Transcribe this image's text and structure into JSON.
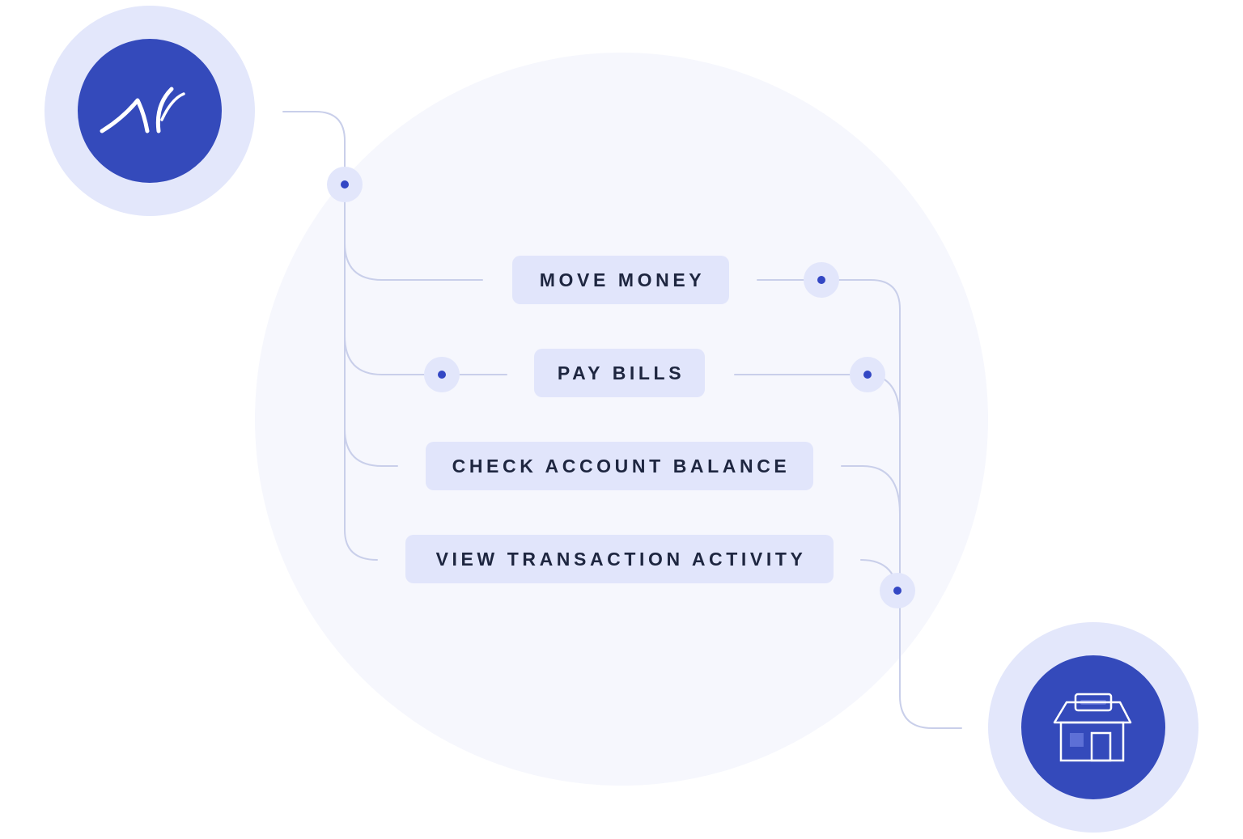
{
  "colors": {
    "background": "#ffffff",
    "big_circle": "#f6f7fd",
    "halo": "#e3e7fb",
    "brand_blue": "#344abb",
    "pill_bg": "#e1e5fb",
    "pill_text": "#1e2640",
    "connector_line": "#c9cfea",
    "dot": "#3347c4",
    "dot_halo": "#e2e6fb"
  },
  "icons": {
    "left": "brand-logo-icon",
    "right": "storefront-icon"
  },
  "actions": [
    {
      "label": "MOVE MONEY"
    },
    {
      "label": "PAY BILLS"
    },
    {
      "label": "CHECK ACCOUNT BALANCE"
    },
    {
      "label": "VIEW TRANSACTION ACTIVITY"
    }
  ]
}
